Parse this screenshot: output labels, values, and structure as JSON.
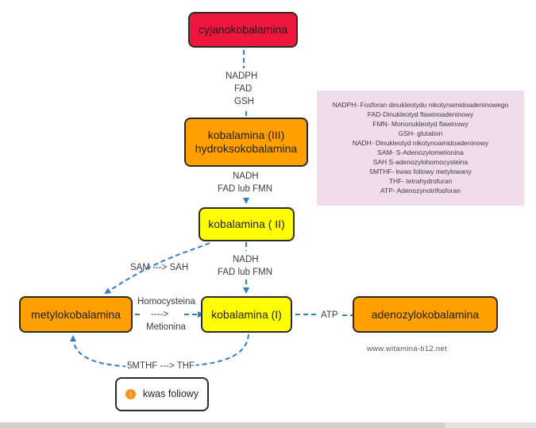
{
  "nodes": {
    "cyano": "cyjanokobalamina",
    "kob3_line1": "kobalamina (III)",
    "kob3_line2": "hydroksokobalamina",
    "kob2": "kobalamina ( II)",
    "metyl": "metylokobalamina",
    "kob1": "kobalamina (I)",
    "adeno": "adenozylokobalamina",
    "kwas": "kwas foliowy"
  },
  "edge_labels": {
    "nadph": "NADPH",
    "fad": "FAD",
    "gsh": "GSH",
    "nadh1": "NADH",
    "fad_fmn1": "FAD lub FMN",
    "nadh2": "NADH",
    "fad_fmn2": "FAD lub FMN",
    "sam_sah": "SAM ---> SAH",
    "homocysteina": "Homocysteina",
    "arrow_text": "---->",
    "metionina": "Metionina",
    "atp": "ATP",
    "mthf_thf": "5MTHF ---> THF"
  },
  "legend": [
    "NADPH- Fosforan dinukleotydu nikotynamidoadeninowego",
    "FAD-Dinukleotyd flawinoadeninowy",
    "FMN- Mononukleotyd flawinowy",
    "GSH- glutation",
    "NADH- Dinukleotyd nikotynoamidoadeninowy",
    "SAM- S-Adenozylometionina",
    "SAH S-adenozylohomocysteina",
    "5MTHF- kwas foliowy metylowany",
    "THF- tetrahydrofuran",
    "ATP- Adenozynotrifosforan"
  ],
  "watermark": "www.witamina-b12.net",
  "colors": {
    "cyano_fill": "#f0173f",
    "orange_fill": "#ff9f00",
    "yellow_fill": "#ffff00",
    "arrow": "#2f7dc4",
    "legend_fill": "#f1dcec"
  },
  "icons": {
    "kwas": "info-icon"
  }
}
